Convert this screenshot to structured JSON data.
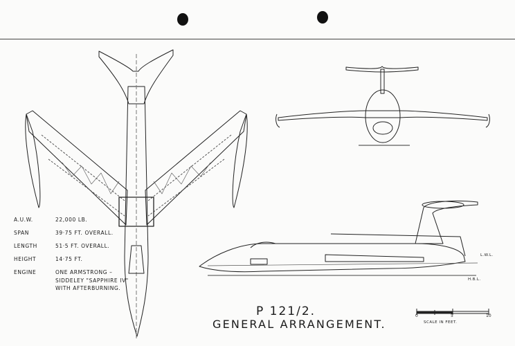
{
  "document": {
    "title": "P 121/2.",
    "subtitle": "GENERAL ARRANGEMENT.",
    "specs": [
      {
        "label": "A.U.W.",
        "value": "22,000 LB."
      },
      {
        "label": "SPAN",
        "value": "39·75 FT. OVERALL."
      },
      {
        "label": "LENGTH",
        "value": "51·5 FT. OVERALL."
      },
      {
        "label": "HEIGHT",
        "value": "14·75 FT."
      },
      {
        "label": "ENGINE",
        "value": "ONE ARMSTRONG –"
      },
      {
        "label": "",
        "value": "SIDDELEY \"SAPPHIRE IV\""
      },
      {
        "label": "",
        "value": "WITH AFTERBURNING."
      }
    ],
    "scale": {
      "caption": "SCALE IN FEET.",
      "ticks": [
        "0",
        "5",
        "10"
      ]
    },
    "reference_lines": {
      "upper": "L.W.L.",
      "lower": "H.B.L."
    }
  }
}
